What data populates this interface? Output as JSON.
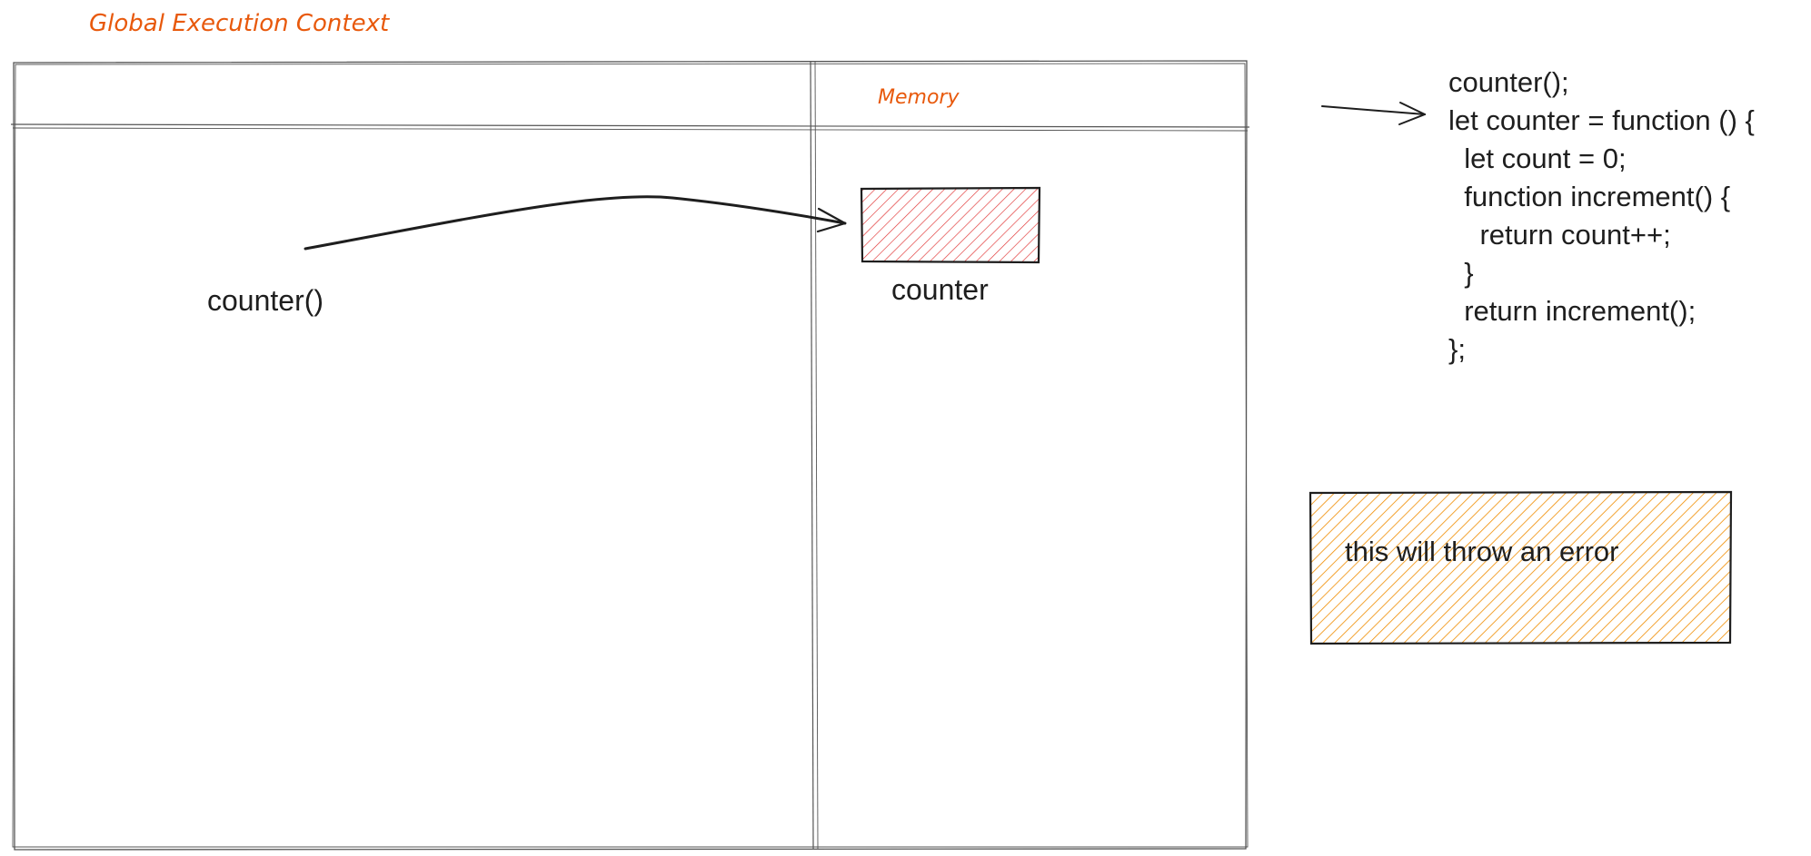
{
  "context_title": "Global Execution Context",
  "memory_header": "Memory",
  "call_label": "counter()",
  "memory_item_label": "counter",
  "code_lines": [
    "counter();",
    "let counter = function () {",
    "  let count = 0;",
    "  function increment() {",
    "    return count++;",
    "  }",
    "  return increment();",
    "};"
  ],
  "note_text": "this will throw an error",
  "colors": {
    "accent_text": "#e8590c",
    "memory_fill": "#e03131",
    "note_fill": "#f08c00",
    "stroke": "#1e1e1e"
  }
}
